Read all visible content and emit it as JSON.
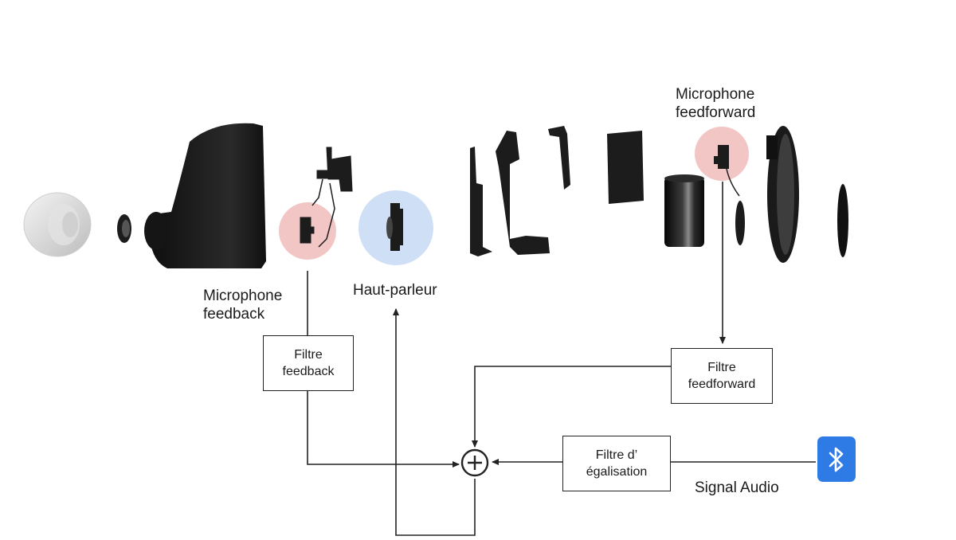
{
  "labels": {
    "mic_feedforward": "Microphone\nfeedforward",
    "mic_feedback": "Microphone\nfeedback",
    "speaker": "Haut-parleur",
    "signal_audio": "Signal Audio"
  },
  "blocks": {
    "filter_feedback": "Filtre\nfeedback",
    "filter_feedforward": "Filtre\nfeedforward",
    "filter_eq": "Filtre d’\négalisation"
  },
  "colors": {
    "mic_highlight": "#f3c6c6",
    "speaker_highlight": "#cfe0f6",
    "bluetooth": "#2f7be6",
    "line": "#222222",
    "component": "#1c1c1c"
  },
  "icons": {
    "bluetooth": "bluetooth-icon",
    "sum": "plus-circle-icon"
  }
}
